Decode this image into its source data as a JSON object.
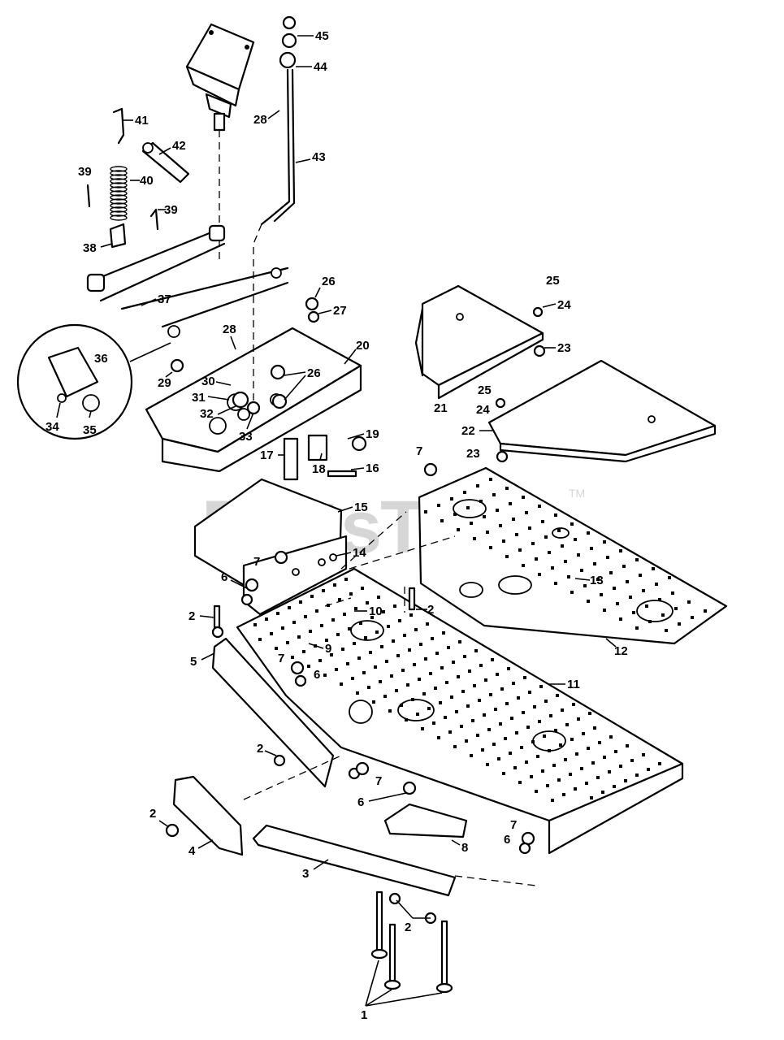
{
  "watermark": {
    "text": "PartsTree",
    "trademark": "TM"
  },
  "callouts": {
    "c1": "1",
    "c2a": "2",
    "c2b": "2",
    "c2c": "2",
    "c2d": "2",
    "c2e": "2",
    "c3": "3",
    "c4": "4",
    "c5": "5",
    "c6a": "6",
    "c6b": "6",
    "c6c": "6",
    "c6d": "6",
    "c7a": "7",
    "c7b": "7",
    "c7c": "7",
    "c7d": "7",
    "c7e": "7",
    "c8": "8",
    "c9": "9",
    "c10": "10",
    "c11": "11",
    "c12": "12",
    "c13": "13",
    "c14": "14",
    "c15": "15",
    "c16": "16",
    "c17": "17",
    "c18": "18",
    "c19": "19",
    "c20": "20",
    "c21": "21",
    "c22": "22",
    "c23a": "23",
    "c23b": "23",
    "c24a": "24",
    "c24b": "24",
    "c25a": "25",
    "c25b": "25",
    "c26a": "26",
    "c26b": "26",
    "c27": "27",
    "c28a": "28",
    "c28b": "28",
    "c29": "29",
    "c30": "30",
    "c31": "31",
    "c32": "32",
    "c33": "33",
    "c34": "34",
    "c35": "35",
    "c36": "36",
    "c37": "37",
    "c38": "38",
    "c39a": "39",
    "c39b": "39",
    "c40": "40",
    "c41": "41",
    "c42": "42",
    "c43": "43",
    "c44": "44",
    "c45": "45"
  }
}
